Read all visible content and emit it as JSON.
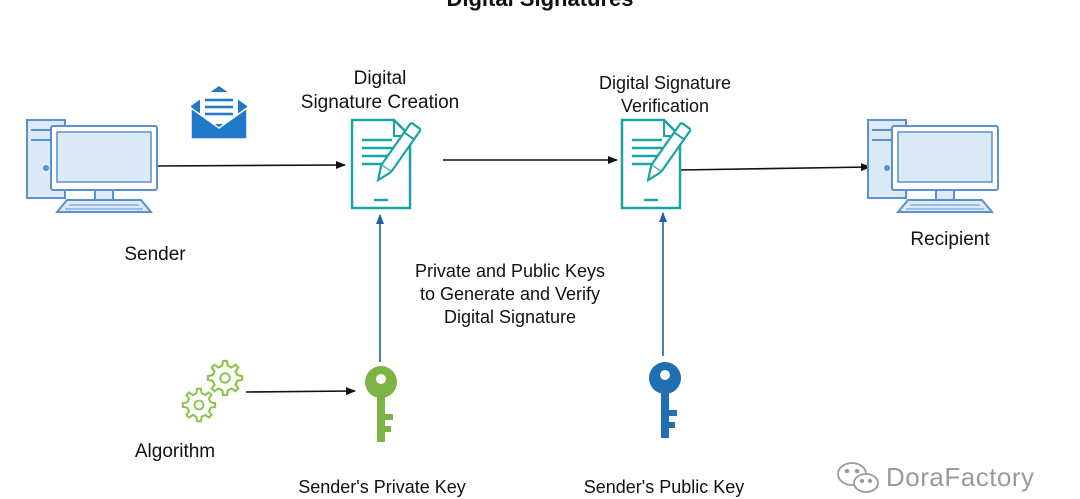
{
  "title": "Digital Signatures",
  "nodes": {
    "sender": {
      "label": "Sender",
      "icon": "computer-icon"
    },
    "recipient": {
      "label": "Recipient",
      "icon": "computer-icon"
    },
    "creation": {
      "label_line1": "Digital",
      "label_line2": "Signature Creation",
      "icon": "document-pen-icon"
    },
    "verification": {
      "label_line1": "Digital Signature",
      "label_line2": "Verification",
      "icon": "document-pen-icon"
    },
    "algorithm": {
      "label": "Algorithm",
      "icon": "gears-icon"
    },
    "private_key": {
      "label": "Sender's Private Key",
      "icon": "key-icon",
      "color": "#7cb342"
    },
    "public_key": {
      "label": "Sender's Public Key",
      "icon": "key-icon",
      "color": "#1f6fb2"
    },
    "message": {
      "icon": "envelope-icon"
    }
  },
  "note": {
    "line1": "Private and Public Keys",
    "line2": "to Generate and Verify",
    "line3": "Digital Signature"
  },
  "watermark": {
    "text": "DoraFactory",
    "icon": "wechat-icon"
  },
  "colors": {
    "computer_fill": "#dce9f7",
    "computer_stroke": "#5b8fd0",
    "document": "#1aa3a3",
    "envelope": "#1f78c8",
    "gears": "#8bc34a",
    "arrow": "#111111",
    "key_arrow": "#1f5fa8"
  }
}
